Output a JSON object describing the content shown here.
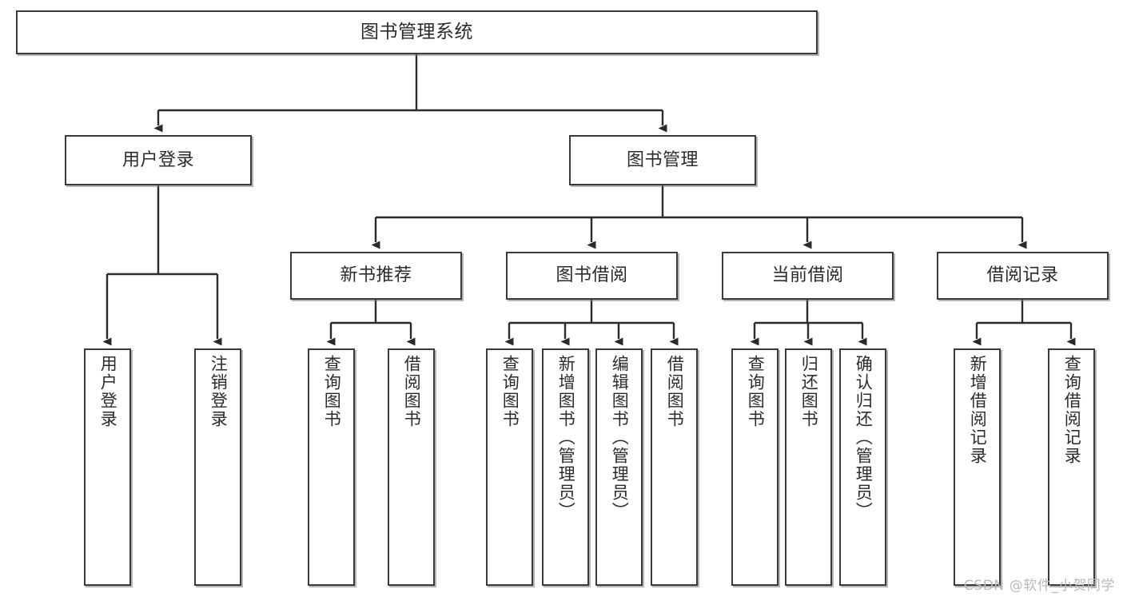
{
  "diagram": {
    "type": "tree",
    "title": "图书管理系统",
    "root": {
      "id": "root",
      "label": "图书管理系统"
    },
    "level2": [
      {
        "id": "user-login",
        "label": "用户登录"
      },
      {
        "id": "book-manage",
        "label": "图书管理"
      }
    ],
    "level3": [
      {
        "id": "new-book-recommend",
        "label": "新书推荐"
      },
      {
        "id": "book-borrow",
        "label": "图书借阅"
      },
      {
        "id": "current-borrow",
        "label": "当前借阅"
      },
      {
        "id": "borrow-record",
        "label": "借阅记录"
      }
    ],
    "leaves": {
      "user_login": [
        {
          "id": "leaf-user-login",
          "label": "用户登录"
        },
        {
          "id": "leaf-user-logout",
          "label": "注销登录"
        }
      ],
      "new_book_recommend": [
        {
          "id": "leaf-query-book-1",
          "label": "查询图书"
        },
        {
          "id": "leaf-borrow-book-1",
          "label": "借阅图书"
        }
      ],
      "book_borrow": [
        {
          "id": "leaf-query-book-2",
          "label": "查询图书"
        },
        {
          "id": "leaf-add-book",
          "label": "新增图书（管理员）"
        },
        {
          "id": "leaf-edit-book",
          "label": "编辑图书（管理员）"
        },
        {
          "id": "leaf-borrow-book-2",
          "label": "借阅图书"
        }
      ],
      "current_borrow": [
        {
          "id": "leaf-query-book-3",
          "label": "查询图书"
        },
        {
          "id": "leaf-return-book",
          "label": "归还图书"
        },
        {
          "id": "leaf-confirm-return",
          "label": "确认归还（管理员）"
        }
      ],
      "borrow_record": [
        {
          "id": "leaf-add-record",
          "label": "新增借阅记录"
        },
        {
          "id": "leaf-query-record",
          "label": "查询借阅记录"
        }
      ]
    },
    "watermark": "CSDN @软件_小贺同学",
    "colors": {
      "border": "#3a3a3a",
      "box_fill": "#ffffff",
      "text": "#2b2b2b",
      "connector": "#2b2b2b",
      "watermark": "#b9b9b9",
      "background": "#ffffff"
    }
  }
}
